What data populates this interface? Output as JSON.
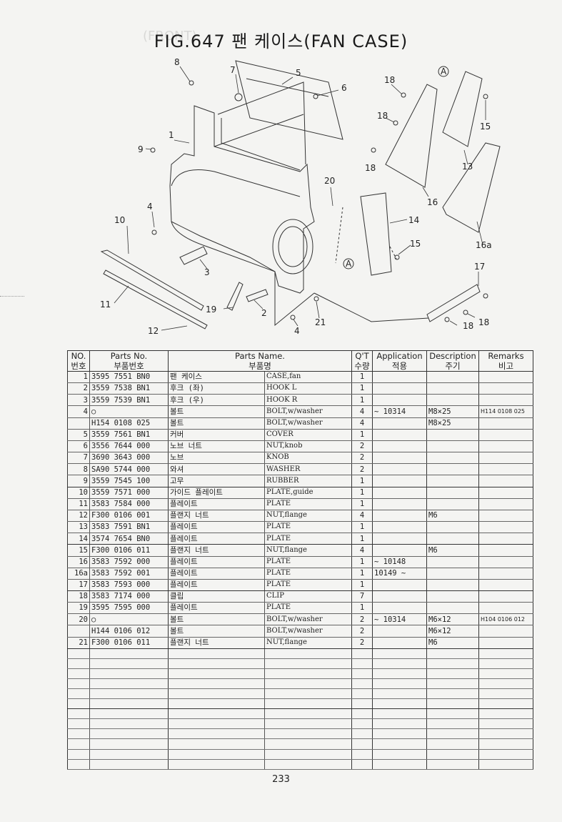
{
  "figure": {
    "title": "FIG.647 팬 케이스(FAN CASE)",
    "ghost_text": "(FRONT)"
  },
  "callouts": {
    "a1": "A",
    "a2": "A",
    "n1": "1",
    "n3": "3",
    "n4a": "4",
    "n4b": "4",
    "n5": "5",
    "n6": "6",
    "n7": "7",
    "n8": "8",
    "n9": "9",
    "n10": "10",
    "n11": "11",
    "n12": "12",
    "n13": "13",
    "n14": "14",
    "n15a": "15",
    "n15b": "15",
    "n16": "16",
    "n16a": "16a",
    "n17": "17",
    "n18a": "18",
    "n18b": "18",
    "n18c": "18",
    "n18d": "18",
    "n18e": "18",
    "n19": "19",
    "n2": "2",
    "n20": "20",
    "n21": "21"
  },
  "table": {
    "headers": {
      "no_en": "NO.",
      "no_ko": "번호",
      "pn_en": "Parts No.",
      "pn_ko": "부품번호",
      "name_en": "Parts Name.",
      "name_ko": "부품명",
      "qty_en": "Q'T",
      "qty_ko": "수량",
      "app_en": "Application",
      "app_ko": "적용",
      "desc_en": "Description",
      "desc_ko": "주기",
      "rem_en": "Remarks",
      "rem_ko": "비고"
    },
    "rows": [
      {
        "no": "1",
        "pn": "3595 7551 BN0",
        "kn": "팬 케이스",
        "en": "CASE,fan",
        "qty": "1",
        "app": "",
        "desc": "",
        "rem": ""
      },
      {
        "no": "2",
        "pn": "3559 7538 BN1",
        "kn": "후크 (좌)",
        "en": "HOOK L",
        "qty": "1",
        "app": "",
        "desc": "",
        "rem": ""
      },
      {
        "no": "3",
        "pn": "3559 7539 BN1",
        "kn": "후크 (우)",
        "en": "HOOK R",
        "qty": "1",
        "app": "",
        "desc": "",
        "rem": ""
      },
      {
        "no": "4",
        "pn": "○",
        "kn": "볼트",
        "en": "BOLT,w/washer",
        "qty": "4",
        "app": "~ 10314",
        "desc": "M8×25",
        "rem": "H114 0108 025"
      },
      {
        "no": "",
        "pn": "H154 0108 025",
        "kn": "볼트",
        "en": "BOLT,w/washer",
        "qty": "4",
        "app": "",
        "desc": "M8×25",
        "rem": ""
      },
      {
        "no": "5",
        "pn": "3559 7561 BN1",
        "kn": "커버",
        "en": "COVER",
        "qty": "1",
        "app": "",
        "desc": "",
        "rem": ""
      },
      {
        "no": "6",
        "pn": "3556 7644 000",
        "kn": "노브 너트",
        "en": "NUT,knob",
        "qty": "2",
        "app": "",
        "desc": "",
        "rem": ""
      },
      {
        "no": "7",
        "pn": "3690 3643 000",
        "kn": "노브",
        "en": "KNOB",
        "qty": "2",
        "app": "",
        "desc": "",
        "rem": ""
      },
      {
        "no": "8",
        "pn": "SA90 5744 000",
        "kn": "와셔",
        "en": "WASHER",
        "qty": "2",
        "app": "",
        "desc": "",
        "rem": ""
      },
      {
        "no": "9",
        "pn": "3559 7545 100",
        "kn": "고무",
        "en": "RUBBER",
        "qty": "1",
        "app": "",
        "desc": "",
        "rem": ""
      },
      {
        "no": "10",
        "pn": "3559 7571 000",
        "kn": "가이드 플레이트",
        "en": "PLATE,guide",
        "qty": "1",
        "app": "",
        "desc": "",
        "rem": ""
      },
      {
        "no": "11",
        "pn": "3583 7584 000",
        "kn": "플레이트",
        "en": "PLATE",
        "qty": "1",
        "app": "",
        "desc": "",
        "rem": ""
      },
      {
        "no": "12",
        "pn": "F300 0106 001",
        "kn": "플랜지 너트",
        "en": "NUT,flange",
        "qty": "4",
        "app": "",
        "desc": "M6",
        "rem": ""
      },
      {
        "no": "13",
        "pn": "3583 7591 BN1",
        "kn": "플레이트",
        "en": "PLATE",
        "qty": "1",
        "app": "",
        "desc": "",
        "rem": ""
      },
      {
        "no": "14",
        "pn": "3574 7654 BN0",
        "kn": "플레이트",
        "en": "PLATE",
        "qty": "1",
        "app": "",
        "desc": "",
        "rem": ""
      },
      {
        "no": "15",
        "pn": "F300 0106 011",
        "kn": "플랜지 너트",
        "en": "NUT,flange",
        "qty": "4",
        "app": "",
        "desc": "M6",
        "rem": ""
      },
      {
        "no": "16",
        "pn": "3583 7592 000",
        "kn": "플레이트",
        "en": "PLATE",
        "qty": "1",
        "app": "~ 10148",
        "desc": "",
        "rem": ""
      },
      {
        "no": "16a",
        "pn": "3583 7592 001",
        "kn": "플레이트",
        "en": "PLATE",
        "qty": "1",
        "app": "10149 ~",
        "desc": "",
        "rem": ""
      },
      {
        "no": "17",
        "pn": "3583 7593 000",
        "kn": "플레이트",
        "en": "PLATE",
        "qty": "1",
        "app": "",
        "desc": "",
        "rem": ""
      },
      {
        "no": "18",
        "pn": "3583 7174 000",
        "kn": "클립",
        "en": "CLIP",
        "qty": "7",
        "app": "",
        "desc": "",
        "rem": ""
      },
      {
        "no": "19",
        "pn": "3595 7595 000",
        "kn": "플레이트",
        "en": "PLATE",
        "qty": "1",
        "app": "",
        "desc": "",
        "rem": ""
      },
      {
        "no": "20",
        "pn": "○",
        "kn": "볼트",
        "en": "BOLT,w/washer",
        "qty": "2",
        "app": "~ 10314",
        "desc": "M6×12",
        "rem": "H104 0106 012"
      },
      {
        "no": "",
        "pn": "H144 0106 012",
        "kn": "볼트",
        "en": "BOLT,w/washer",
        "qty": "2",
        "app": "",
        "desc": "M6×12",
        "rem": ""
      },
      {
        "no": "21",
        "pn": "F300 0106 011",
        "kn": "플랜지 너트",
        "en": "NUT,flange",
        "qty": "2",
        "app": "",
        "desc": "M6",
        "rem": ""
      }
    ]
  },
  "page_number": "233"
}
